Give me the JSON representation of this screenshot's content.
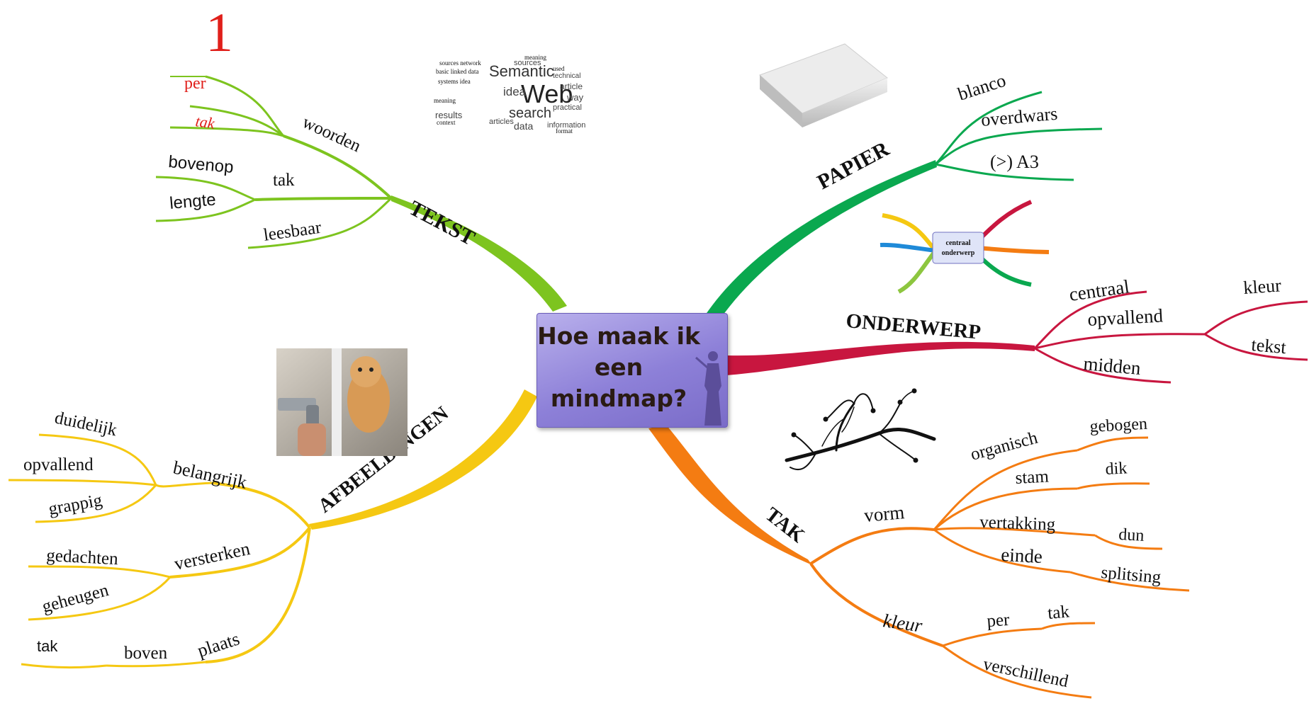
{
  "central": {
    "title": "Hoe maak ik een mindmap?"
  },
  "marker": "1",
  "branches": {
    "tekst": {
      "label": "TEKST",
      "color": "#7dc41f",
      "woorden": "woorden",
      "per": "per",
      "tak_red": "tak",
      "tak": "tak",
      "bovenop": "bovenop",
      "lengte": "lengte",
      "leesbaar": "leesbaar"
    },
    "papier": {
      "label": "PAPIER",
      "color": "#0aa84f",
      "blanco": "blanco",
      "overdwars": "overdwars",
      "a3": "(>) A3"
    },
    "onderwerp": {
      "label": "ONDERWERP",
      "color": "#c8163f",
      "centraal": "centraal",
      "opvallend": "opvallend",
      "midden": "midden",
      "kleur": "kleur",
      "tekst": "tekst"
    },
    "tak": {
      "label": "TAK",
      "color": "#f47c12",
      "vorm": "vorm",
      "organisch": "organisch",
      "gebogen": "gebogen",
      "stam": "stam",
      "dik": "dik",
      "vertakking": "vertakking",
      "dun": "dun",
      "einde": "einde",
      "splitsing": "splitsing",
      "kleur": "kleur",
      "per": "per",
      "tak": "tak",
      "verschillend": "verschillend"
    },
    "afbeeldingen": {
      "label": "AFBEELDINGEN",
      "color": "#f5c812",
      "belangrijk": "belangrijk",
      "duidelijk": "duidelijk",
      "opvallend": "opvallend",
      "grappig": "grappig",
      "versterken": "versterken",
      "gedachten": "gedachten",
      "geheugen": "geheugen",
      "plaats": "plaats",
      "boven": "boven",
      "tak": "tak"
    }
  },
  "images": {
    "wordcloud": {
      "words": [
        "Semantic",
        "Web",
        "idea",
        "search",
        "results",
        "data",
        "information",
        "article",
        "sources",
        "practical",
        "way",
        "articles",
        "technical"
      ]
    },
    "mini_mindmap": {
      "center_line1": "centraal",
      "center_line2": "onderwerp"
    }
  }
}
